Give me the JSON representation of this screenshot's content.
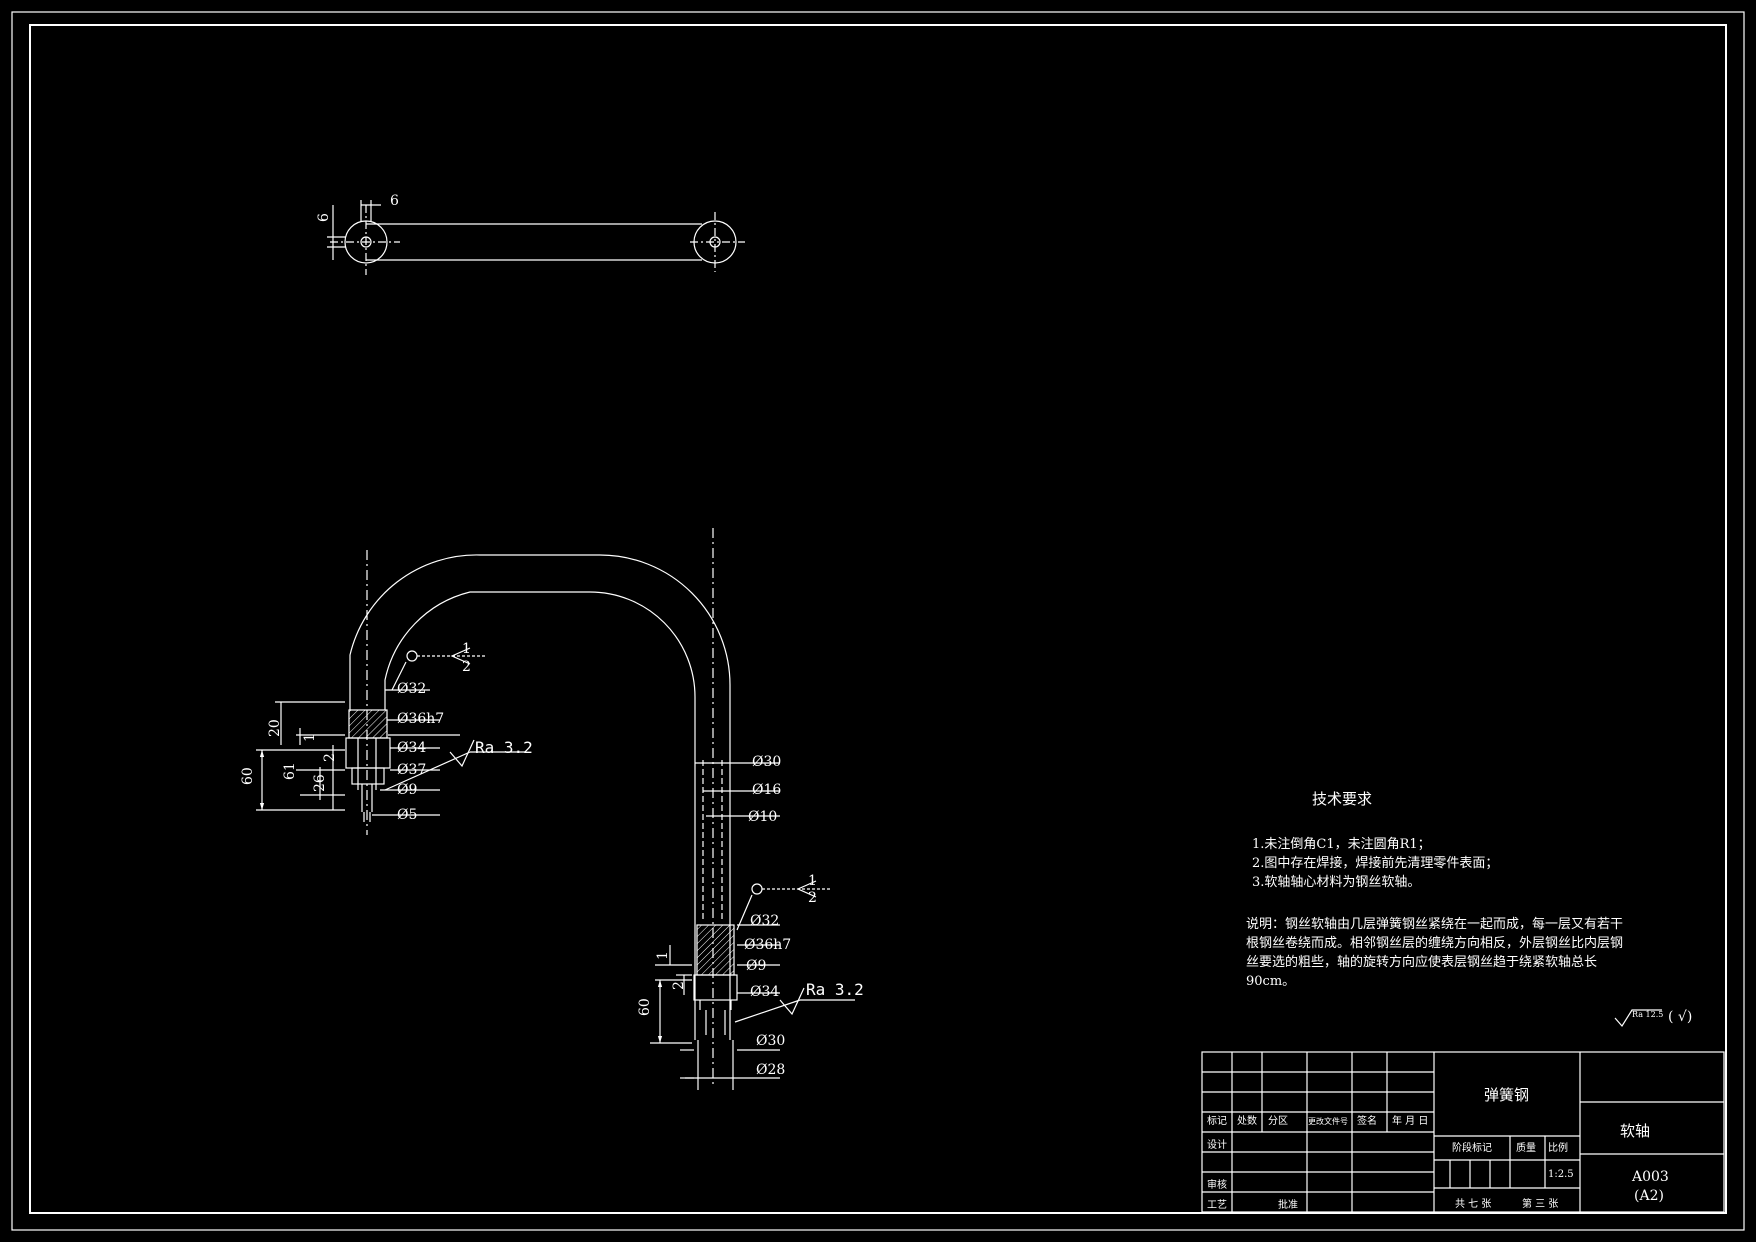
{
  "top_view": {
    "dim_height": "6",
    "dim_width": "6"
  },
  "left_view": {
    "d32": "Ø32",
    "d36h7": "Ø36h7",
    "d34": "Ø34",
    "d37": "Ø37",
    "d9": "Ø9",
    "d5": "Ø5",
    "v20": "20",
    "v1": "1",
    "v2": "2",
    "v61": "61",
    "v60": "60",
    "v26": "26",
    "roughness": "Ra 3.2",
    "leader_a": "1",
    "leader_b": "2"
  },
  "right_view": {
    "d30a": "Ø30",
    "d16": "Ø16",
    "d10": "Ø10",
    "d32": "Ø32",
    "d36h7": "Ø36h7",
    "d9": "Ø9",
    "d34": "Ø34",
    "d30b": "Ø30",
    "d28": "Ø28",
    "v1": "1",
    "v2": "2",
    "v60": "60",
    "roughness": "Ra 3.2",
    "leader_a": "1",
    "leader_b": "2"
  },
  "tech_req": {
    "title": "技术要求",
    "items": [
      "1.未注倒角C1，未注圆角R1；",
      "2.图中存在焊接，焊接前先清理零件表面；",
      "3.软轴轴心材料为钢丝软轴。"
    ],
    "desc_lines": [
      "说明：钢丝软轴由几层弹簧钢丝紧绕在一起而成，每一层又有若干",
      "根钢丝卷绕而成。相邻钢丝层的缠绕方向相反，外层钢丝比内层钢",
      "丝要选的粗些，轴的旋转方向应使表层钢丝趋于绕紧软轴总长",
      "90cm。"
    ],
    "surface_mark": "Ra 12.5",
    "surface_paren": "( √)"
  },
  "title_block": {
    "material": "弹簧钢",
    "part_name": "软轴",
    "drawing_no": "A003",
    "sheet_size": "(A2)",
    "scale": "1:2.5",
    "row_headers": [
      "标记",
      "处数",
      "分区",
      "更改文件号",
      "签名",
      "年 月 日"
    ],
    "design": "设计",
    "check": "审核",
    "process": "工艺",
    "approve": "批准",
    "stage_mark": "阶段标记",
    "mass": "质量",
    "ratio": "比例",
    "sheets": "共 七 张",
    "sheet_no": "第 三 张"
  }
}
